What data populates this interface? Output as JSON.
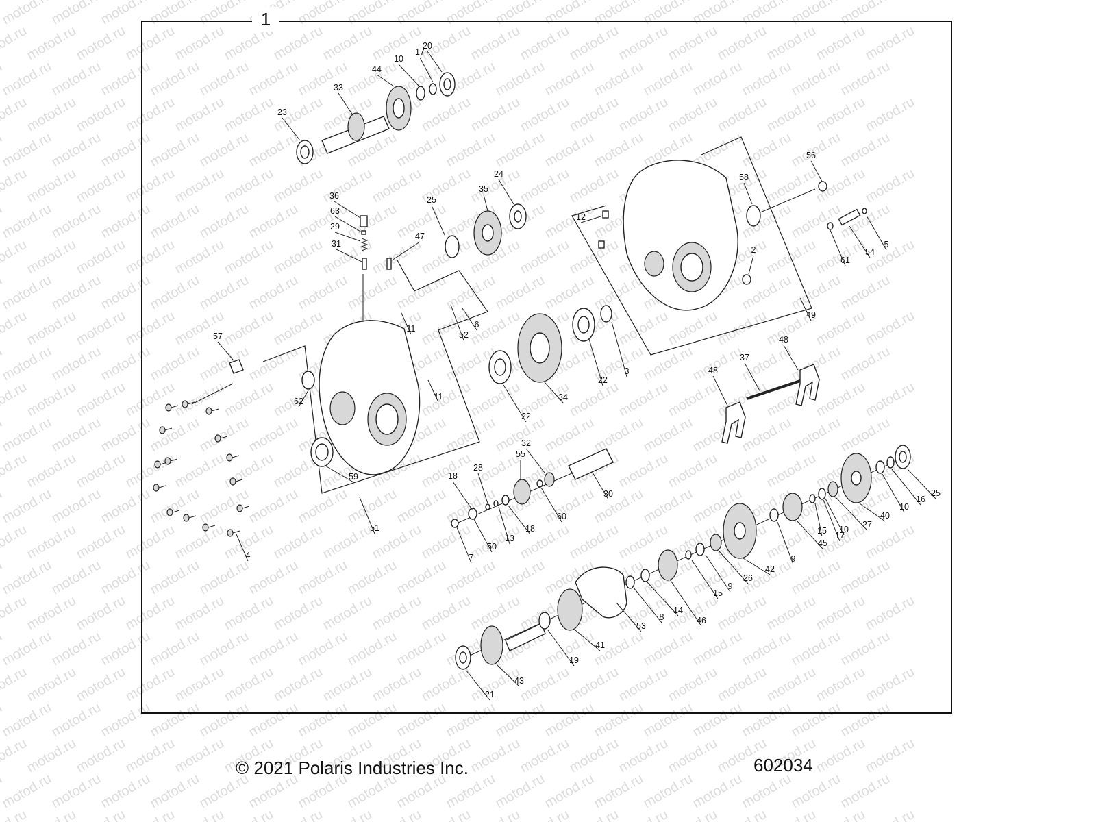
{
  "diagram": {
    "frame_number": "1",
    "copyright": "© 2021 Polaris Industries Inc.",
    "figure_number": "602034",
    "watermark": "motod.ru",
    "callouts": [
      "1",
      "2",
      "3",
      "4",
      "5",
      "6",
      "7",
      "8",
      "9",
      "10",
      "11",
      "12",
      "13",
      "14",
      "15",
      "16",
      "17",
      "18",
      "19",
      "20",
      "21",
      "22",
      "23",
      "24",
      "25",
      "26",
      "27",
      "28",
      "29",
      "30",
      "31",
      "32",
      "33",
      "34",
      "35",
      "36",
      "37",
      "40",
      "41",
      "42",
      "43",
      "44",
      "45",
      "46",
      "47",
      "48",
      "49",
      "50",
      "51",
      "52",
      "53",
      "54",
      "55",
      "56",
      "57",
      "58",
      "59",
      "60",
      "61",
      "62",
      "63"
    ]
  }
}
